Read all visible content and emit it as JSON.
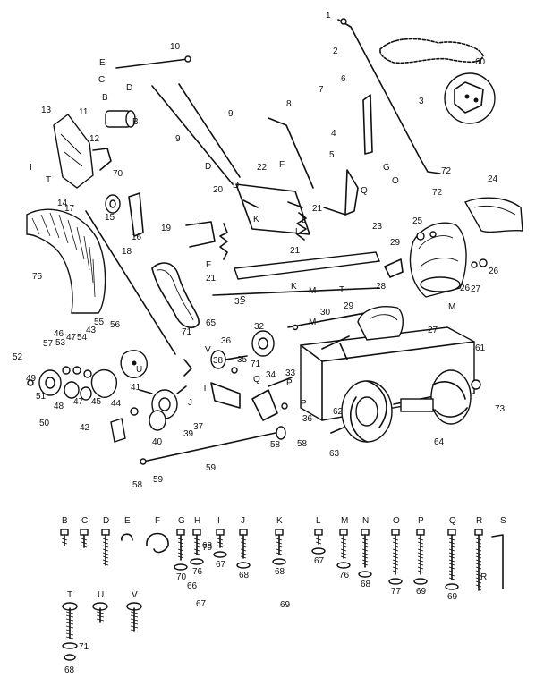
{
  "callouts": [
    "1",
    "2",
    "3",
    "4",
    "5",
    "6",
    "7",
    "8",
    "9",
    "9",
    "10",
    "11",
    "12",
    "13",
    "14",
    "15",
    "16",
    "17",
    "18",
    "19",
    "20",
    "21",
    "21",
    "21",
    "22",
    "23",
    "24",
    "25",
    "26",
    "26",
    "27",
    "27",
    "28",
    "29",
    "29",
    "30",
    "31",
    "32",
    "33",
    "34",
    "35",
    "36",
    "36",
    "37",
    "38",
    "39",
    "40",
    "41",
    "42",
    "43",
    "44",
    "45",
    "46",
    "47",
    "47",
    "48",
    "49",
    "50",
    "51",
    "52",
    "53",
    "54",
    "55",
    "56",
    "57",
    "58",
    "58",
    "58",
    "59",
    "59",
    "60",
    "61",
    "62",
    "63",
    "64",
    "65",
    "66",
    "67",
    "68",
    "69",
    "70",
    "70",
    "71",
    "71",
    "72",
    "72",
    "73",
    "75"
  ],
  "letter_callouts": [
    "B",
    "B",
    "C",
    "D",
    "D",
    "D",
    "E",
    "F",
    "F",
    "G",
    "I",
    "I",
    "J",
    "K",
    "K",
    "L",
    "L",
    "M",
    "M",
    "M",
    "O",
    "P",
    "P",
    "Q",
    "Q",
    "R",
    "S",
    "T",
    "T",
    "T",
    "U",
    "V"
  ],
  "hardware_legend": {
    "row1": [
      {
        "letter": "B",
        "sub": ""
      },
      {
        "letter": "C",
        "sub": ""
      },
      {
        "letter": "D",
        "sub": ""
      },
      {
        "letter": "E",
        "sub": ""
      },
      {
        "letter": "F",
        "sub": ""
      },
      {
        "letter": "G",
        "sub": "70"
      },
      {
        "letter": "H",
        "sub": "76"
      },
      {
        "letter": "I",
        "sub": "67"
      },
      {
        "letter": "J",
        "sub": "68"
      },
      {
        "letter": "K",
        "sub": "68"
      },
      {
        "letter": "L",
        "sub": "67"
      },
      {
        "letter": "M",
        "sub": "76"
      },
      {
        "letter": "N",
        "sub": "68"
      },
      {
        "letter": "O",
        "sub": "77"
      },
      {
        "letter": "P",
        "sub": "69"
      },
      {
        "letter": "Q",
        "sub": "69"
      },
      {
        "letter": "R",
        "sub": ""
      },
      {
        "letter": "S",
        "sub": ""
      }
    ],
    "row2": [
      {
        "letter": "T",
        "sub": "71"
      },
      {
        "letter": "U",
        "sub": ""
      },
      {
        "letter": "V",
        "sub": ""
      }
    ],
    "row2_bottom": "68"
  }
}
